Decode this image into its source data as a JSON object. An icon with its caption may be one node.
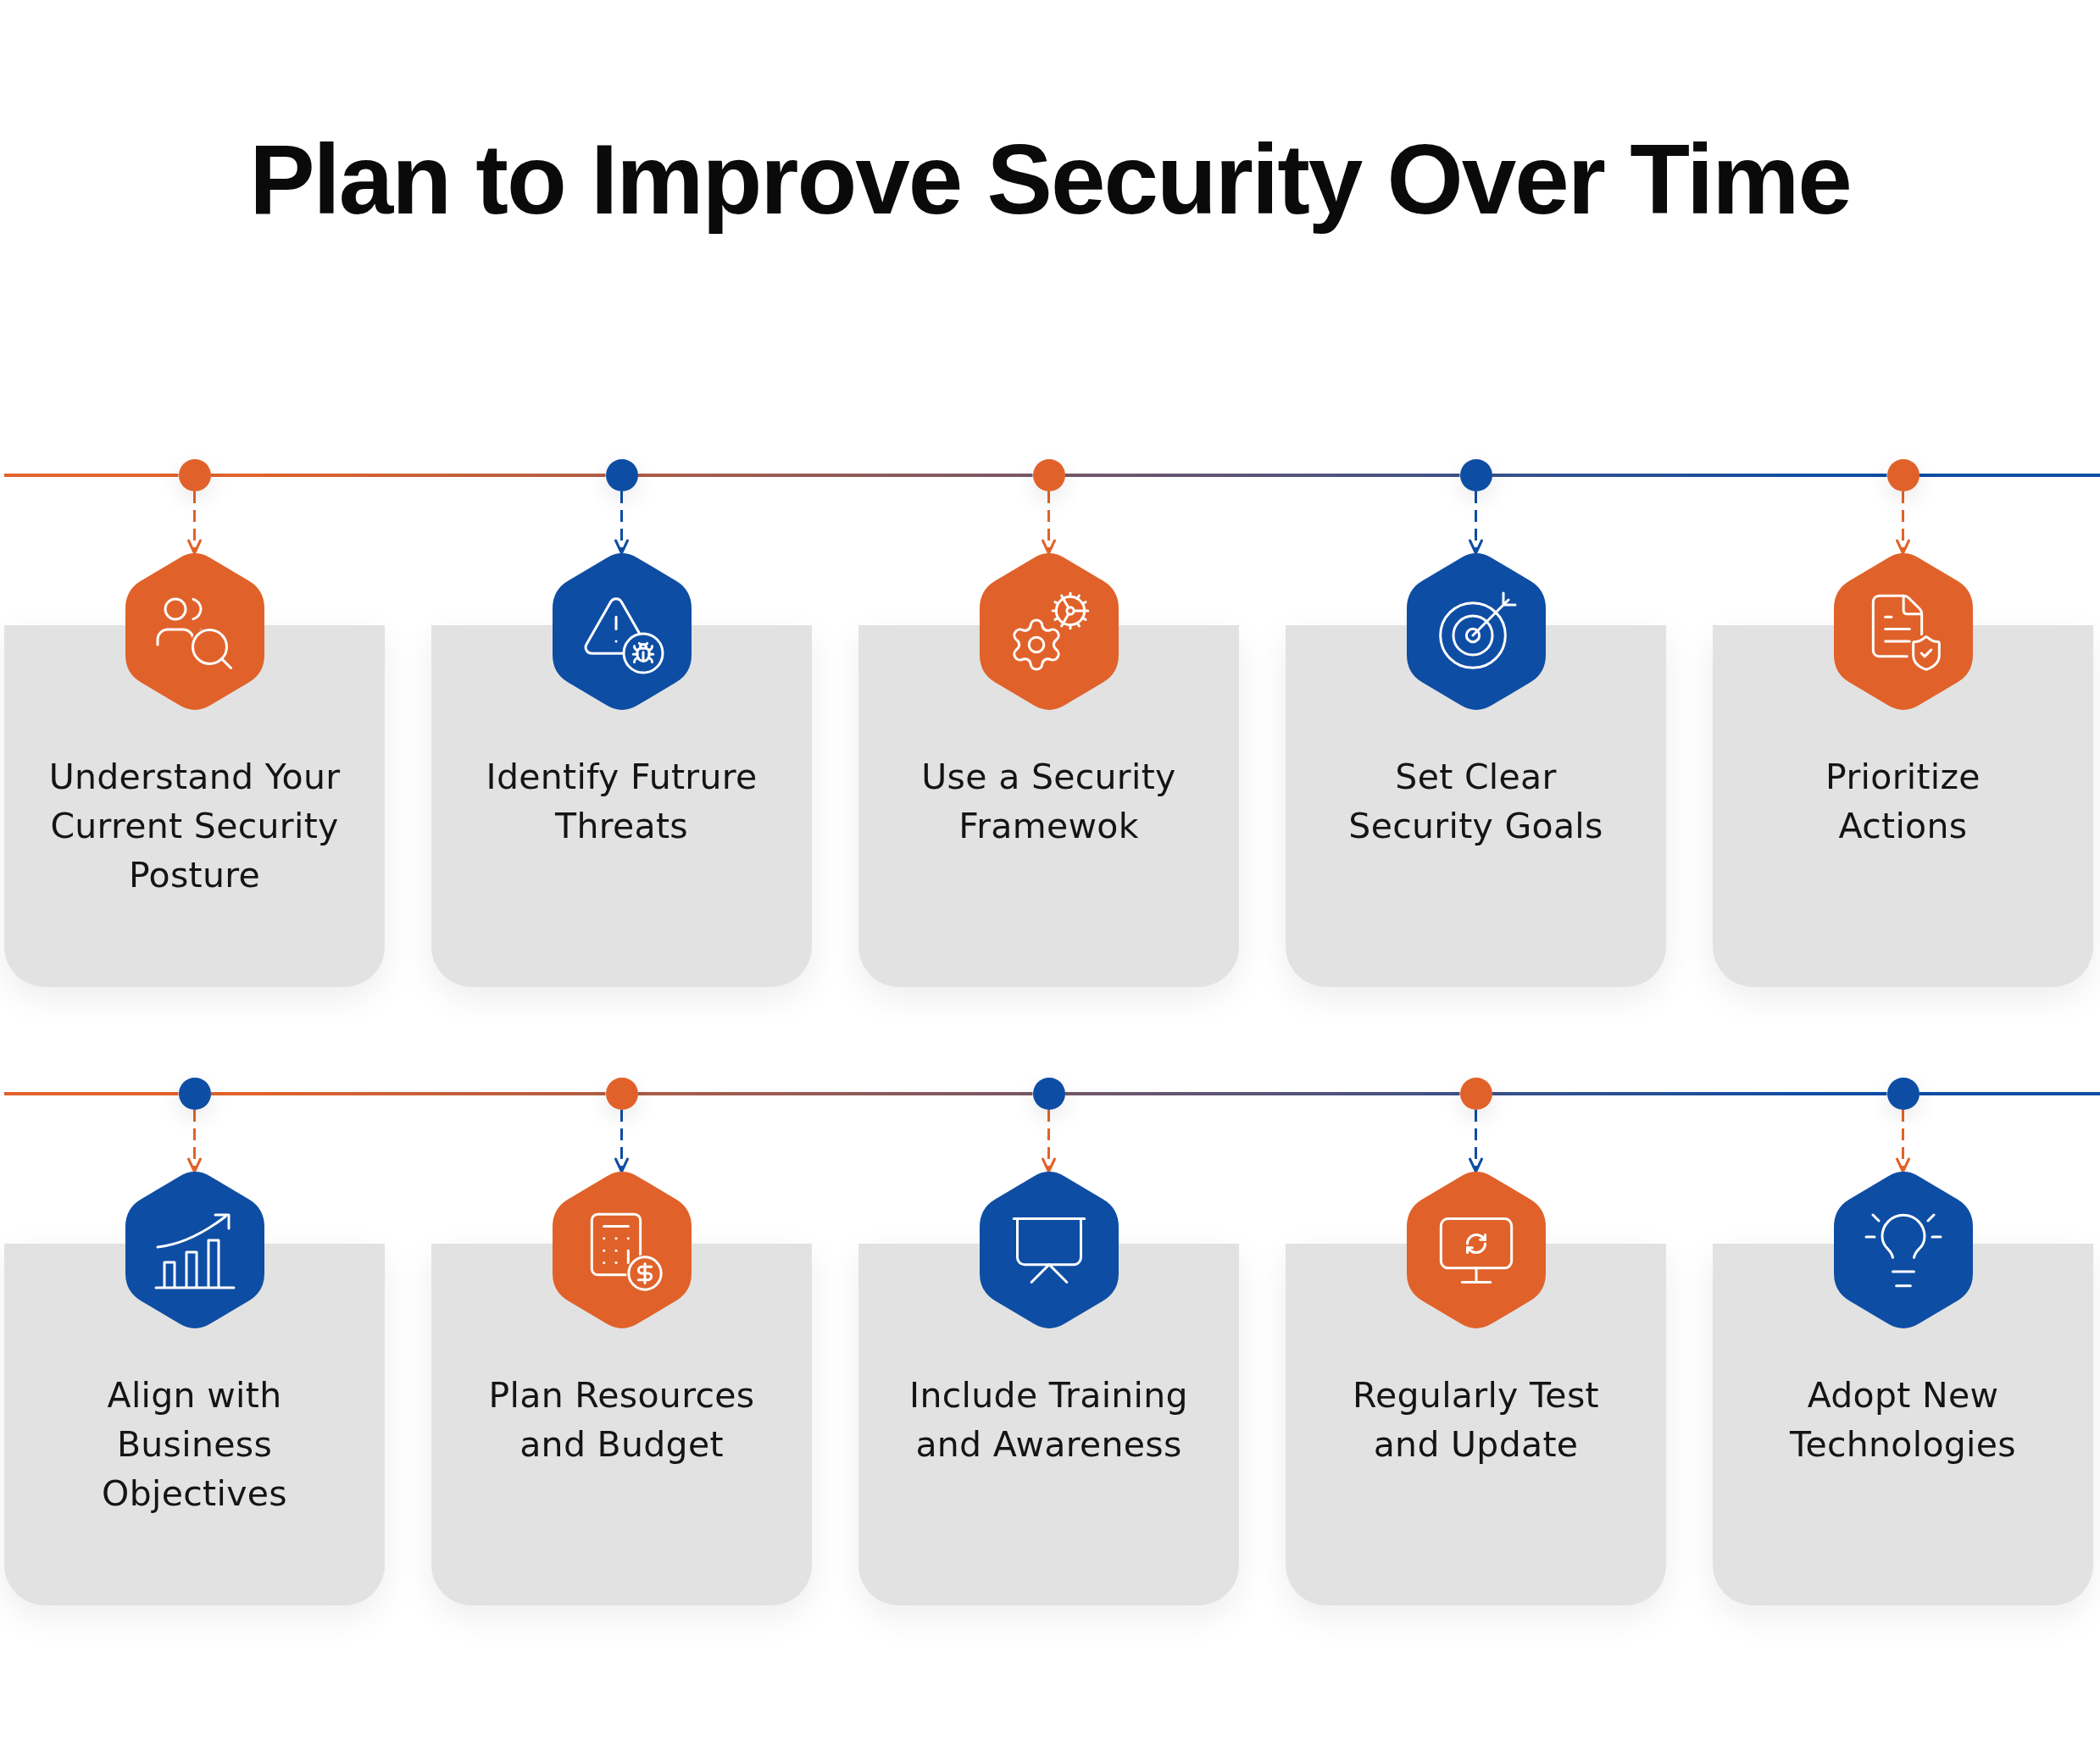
{
  "diagram": {
    "title": "Plan to Improve Security Over Time",
    "nodes": [
      {
        "text": [],
        "shape": "circle"
      },
      {
        "text": [],
        "shape": "hexagon"
      },
      {
        "text": [
          "Understand Your Current Security Posture"
        ]
      },
      {
        "text": [],
        "shape": "circle"
      },
      {
        "text": [],
        "shape": "hexagon"
      },
      {
        "text": [
          "Identify Futrure Threats"
        ]
      },
      {
        "text": [],
        "shape": "circle"
      },
      {
        "text": [],
        "shape": "hexagon"
      },
      {
        "text": [
          "Use a Security Framewok"
        ]
      },
      {
        "text": [],
        "shape": "circle"
      },
      {
        "text": [],
        "shape": "hexagon"
      },
      {
        "text": [
          "Set Clear Security Goals"
        ]
      },
      {
        "text": [],
        "shape": "circle"
      },
      {
        "text": [],
        "shape": "hexagon"
      },
      {
        "text": [
          "Prioritize Actions"
        ]
      },
      {
        "text": [],
        "shape": "circle"
      },
      {
        "text": [],
        "shape": "hexagon"
      },
      {
        "text": [
          "Align with Business Objectives"
        ]
      },
      {
        "text": [],
        "shape": "circle"
      },
      {
        "text": [],
        "shape": "hexagon"
      },
      {
        "text": [
          "Plan Resources and Budget"
        ]
      },
      {
        "text": [],
        "shape": "circle"
      },
      {
        "text": [],
        "shape": "hexagon"
      },
      {
        "text": [
          "Include Training and Awareness"
        ]
      },
      {
        "text": [],
        "shape": "circle"
      },
      {
        "text": [],
        "shape": "hexagon"
      },
      {
        "text": [
          "Regularly Test and Update"
        ]
      },
      {
        "text": [],
        "shape": "circle"
      },
      {
        "text": [],
        "shape": "hexagon"
      },
      {
        "text": [
          "Adopt New Technologies"
        ]
      }
    ],
    "edges": [
      {
        "from": null,
        "to": 0,
        "arrow": "none"
      },
      {
        "from": 0,
        "to": 3,
        "arrow": "none"
      },
      {
        "from": 3,
        "to": 6,
        "arrow": "none"
      },
      {
        "from": 6,
        "to": 9,
        "arrow": "none"
      },
      {
        "from": 9,
        "to": 12,
        "arrow": "none"
      },
      {
        "from": 12,
        "to": null,
        "arrow": "none"
      },
      {
        "from": 0,
        "to": 1,
        "arrow": "to",
        "style": "dashed",
        "color": "#e0622a"
      },
      {
        "from": 3,
        "to": 4,
        "arrow": "to",
        "style": "dashed",
        "color": "#0e4da4"
      },
      {
        "from": 6,
        "to": 7,
        "arrow": "to",
        "style": "dashed",
        "color": "#e0622a"
      },
      {
        "from": 9,
        "to": 10,
        "arrow": "to",
        "style": "dashed",
        "color": "#0e4da4"
      },
      {
        "from": 12,
        "to": 13,
        "arrow": "to",
        "style": "dashed",
        "color": "#e0622a"
      },
      {
        "from": null,
        "to": 15,
        "arrow": "none"
      },
      {
        "from": 15,
        "to": 18,
        "arrow": "none"
      },
      {
        "from": 18,
        "to": 21,
        "arrow": "none"
      },
      {
        "from": 21,
        "to": 24,
        "arrow": "none"
      },
      {
        "from": 24,
        "to": 27,
        "arrow": "none"
      },
      {
        "from": 27,
        "to": null,
        "arrow": "none"
      },
      {
        "from": 15,
        "to": 16,
        "arrow": "to",
        "style": "dashed",
        "color": "#e0622a"
      },
      {
        "from": 18,
        "to": 19,
        "arrow": "to",
        "style": "dashed",
        "color": "#0e4da4"
      },
      {
        "from": 21,
        "to": 22,
        "arrow": "to",
        "style": "dashed",
        "color": "#e0622a"
      },
      {
        "from": 24,
        "to": 25,
        "arrow": "to",
        "style": "dashed",
        "color": "#0e4da4"
      },
      {
        "from": 27,
        "to": 28,
        "arrow": "to",
        "style": "dashed",
        "color": "#e0622a"
      }
    ]
  }
}
